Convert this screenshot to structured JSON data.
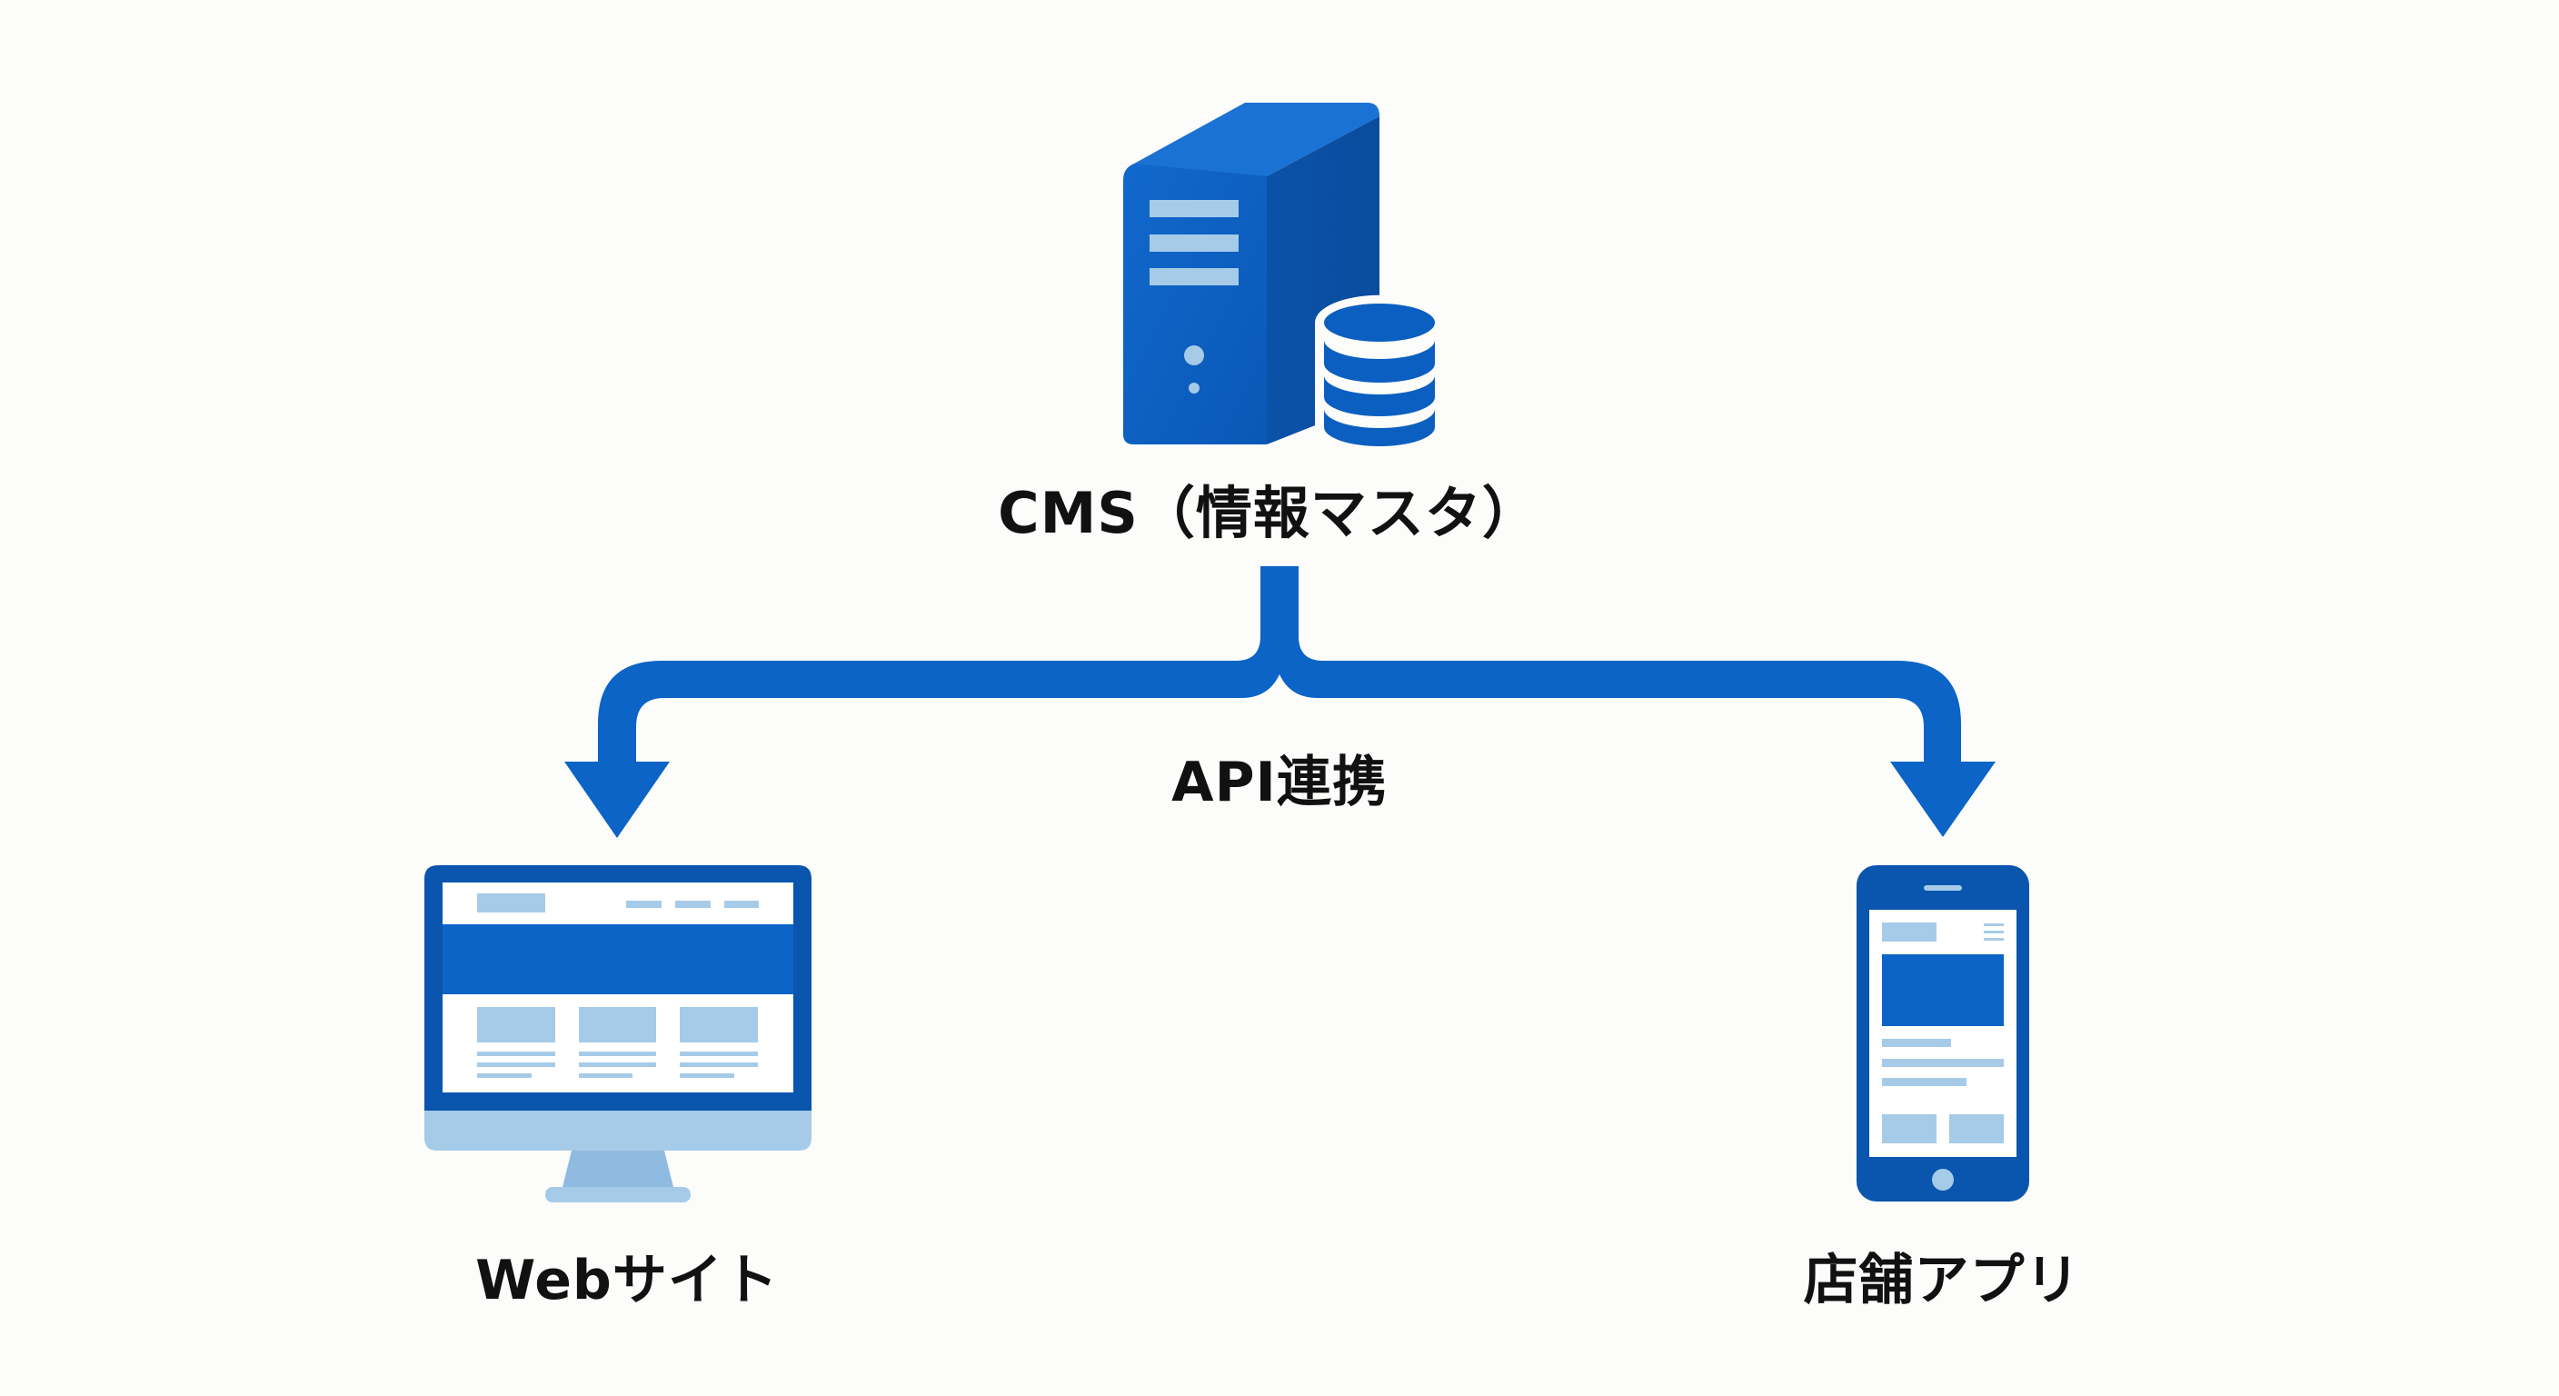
{
  "diagram": {
    "title": "CMS API distribution diagram",
    "colors": {
      "primary": "#0b5fc0",
      "primary_dark": "#0a4ea3",
      "light": "#a6cbe8",
      "background": "#fcfcfa",
      "text": "#111111"
    },
    "nodes": {
      "source": {
        "label": "CMS（情報マスタ）",
        "icon": "server-database-icon"
      },
      "targets": [
        {
          "label": "Webサイト",
          "icon": "desktop-monitor-icon"
        },
        {
          "label": "店舗アプリ",
          "icon": "smartphone-icon"
        }
      ]
    },
    "connector": {
      "label": "API連携",
      "type": "branching-arrow"
    }
  }
}
